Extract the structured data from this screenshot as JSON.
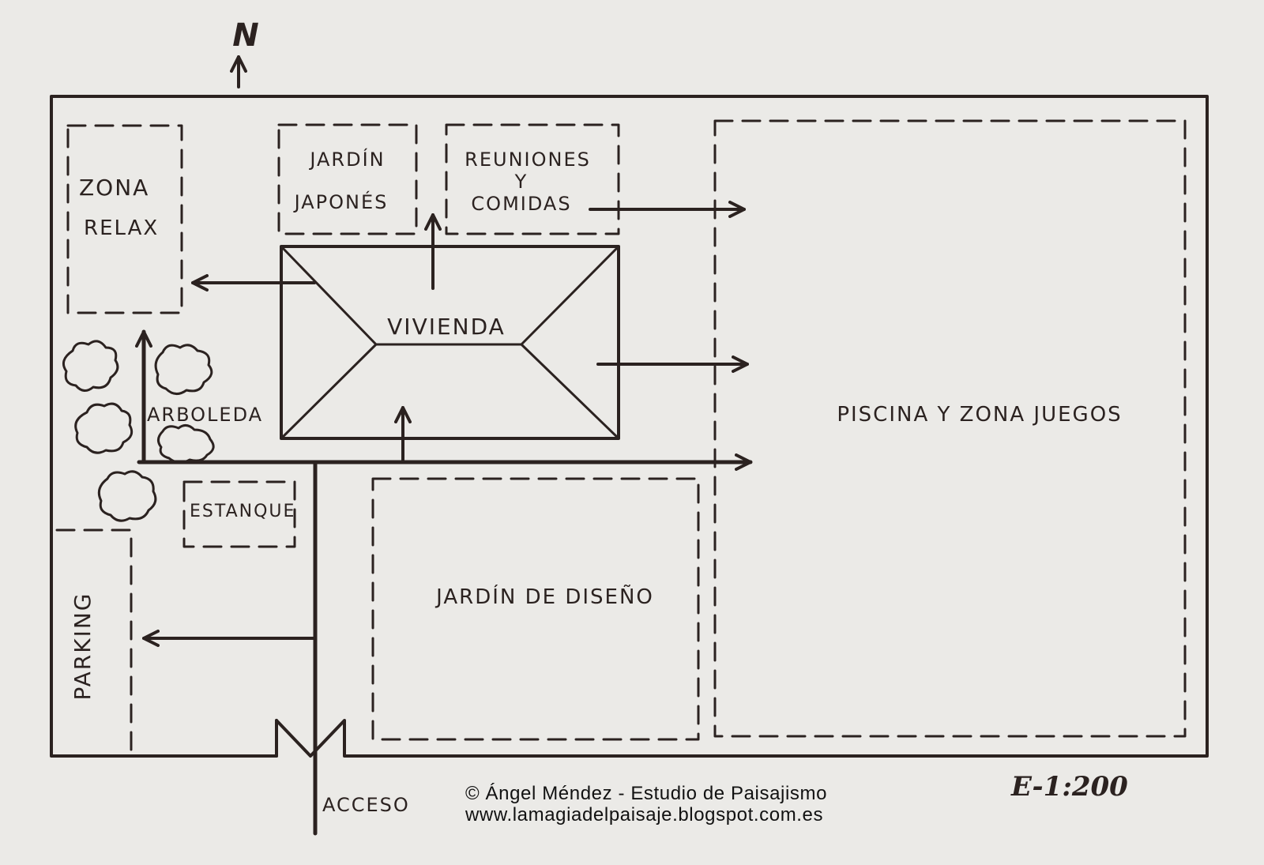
{
  "north": "N",
  "zones": {
    "relax_1": "ZONA",
    "relax_2": "RELAX",
    "japones_1": "JARDÍN",
    "japones_2": "JAPONÉS",
    "reuniones_1": "REUNIONES",
    "reuniones_2": "Y",
    "reuniones_3": "COMIDAS",
    "vivienda": "VIVIENDA",
    "arboleda": "ARBOLEDA",
    "estanque": "ESTANQUE",
    "piscina": "PISCINA Y ZONA JUEGOS",
    "diseno": "JARDÍN DE DISEÑO",
    "parking": "PARKING",
    "acceso": "ACCESO"
  },
  "credit": {
    "line1": "© Ángel Méndez - Estudio de Paisajismo",
    "line2": "www.lamagiadelpaisaje.blogspot.com.es"
  },
  "scale": "E-1:200",
  "colors": {
    "ink": "#2b2220",
    "paper": "#ebeae7"
  }
}
